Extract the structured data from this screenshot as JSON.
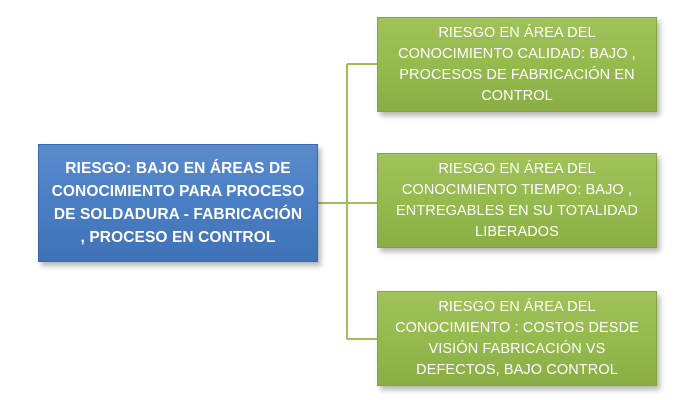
{
  "colors": {
    "root_fill": "#4a7ec4",
    "leaf_fill": "#95ba4e",
    "connector": "#9dbf5a",
    "text": "#ffffff"
  },
  "root": {
    "text": "RIESGO:  BAJO EN ÁREAS DE CONOCIMIENTO PARA   PROCESO DE SOLDADURA - FABRICACIÓN , PROCESO  EN CONTROL"
  },
  "leaves": [
    {
      "text": "RIESGO EN ÁREA DEL CONOCIMIENTO CALIDAD: BAJO , PROCESOS DE FABRICACIÓN EN CONTROL"
    },
    {
      "text": "RIESGO EN ÁREA DEL CONOCIMIENTO TIEMPO: BAJO , ENTREGABLES EN SU TOTALIDAD LIBERADOS"
    },
    {
      "text": "RIESGO EN ÁREA DEL CONOCIMIENTO : COSTOS DESDE VISIÓN FABRICACIÓN Vs DEFECTOS, BAJO CONTROL"
    }
  ]
}
